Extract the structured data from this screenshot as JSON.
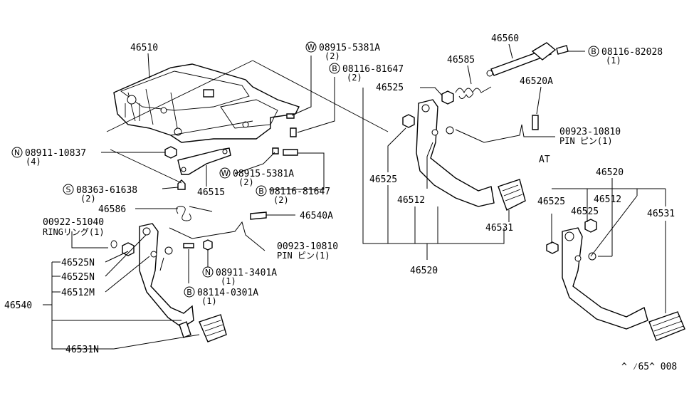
{
  "diagram": {
    "drawing_code": "^ ⁄65^ 008",
    "variant_label": "AT",
    "labels": {
      "p46510": "46510",
      "p46560": "46560",
      "p46585": "46585",
      "p46525_top": "46525",
      "p46520A": "46520A",
      "p46525_mid": "46525",
      "p46512_mid": "46512",
      "p46531_mid": "46531",
      "p46520_mid": "46520",
      "p46520_at": "46520",
      "p46525_at1": "46525",
      "p46512_at": "46512",
      "p46525_at2": "46525",
      "p46531_at": "46531",
      "p46515": "46515",
      "p46586": "46586",
      "p46540A": "46540A",
      "p46540": "46540",
      "p46525N_1": "46525N",
      "p46525N_2": "46525N",
      "p46512M": "46512M",
      "p46531N": "46531N"
    },
    "fasteners": {
      "w_08915_5381A_top": {
        "prefix": "W",
        "code": "08915-5381A",
        "qty": "(2)"
      },
      "b_08116_81647_top": {
        "prefix": "B",
        "code": "08116-81647",
        "qty": "(2)"
      },
      "b_08116_82028": {
        "prefix": "B",
        "code": "08116-82028",
        "qty": "(1)"
      },
      "pin_00923_10810_top": {
        "code": "00923-10810",
        "desc": "PIN ピン(1)"
      },
      "n_08911_10837": {
        "prefix": "N",
        "code": "08911-10837",
        "qty": "(4)"
      },
      "w_08915_5381A_mid": {
        "prefix": "W",
        "code": "08915-5381A",
        "qty": "(2)"
      },
      "s_08363_61638": {
        "prefix": "S",
        "code": "08363-61638",
        "qty": "(2)"
      },
      "b_08116_81647_mid": {
        "prefix": "B",
        "code": "08116-81647",
        "qty": "(2)"
      },
      "ring_00922_51040": {
        "code": "00922-51040",
        "desc": "RINGリング(1)"
      },
      "pin_00923_10810_low": {
        "code": "00923-10810",
        "desc": "PIN ピン(1)"
      },
      "n_08911_3401A": {
        "prefix": "N",
        "code": "08911-3401A",
        "qty": "(1)"
      },
      "b_08114_0301A": {
        "prefix": "B",
        "code": "08114-0301A",
        "qty": "(1)"
      }
    }
  }
}
